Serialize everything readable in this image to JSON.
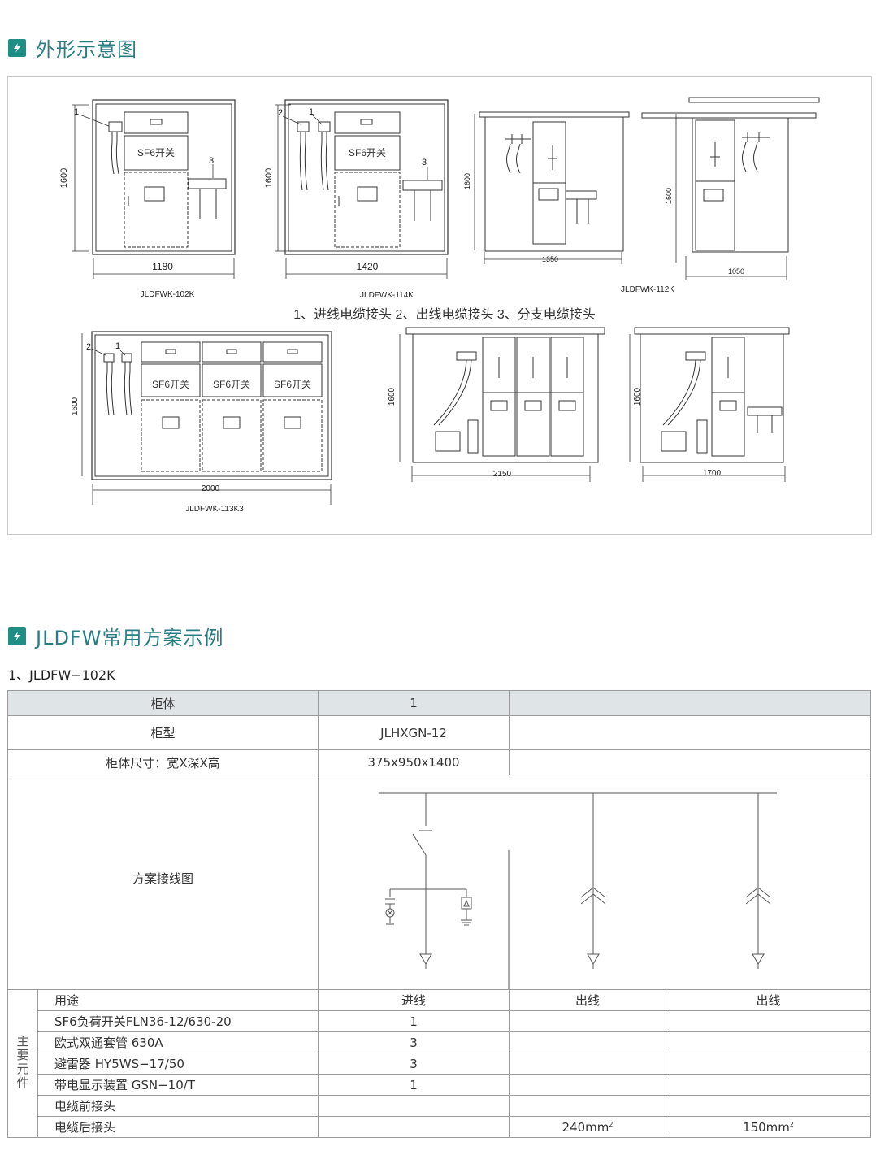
{
  "section1": {
    "icon": "lightning-icon",
    "title": "外形示意图"
  },
  "figures": {
    "m102k": {
      "dim_h": "1600",
      "dim_w": "1180",
      "name": "JLDFWK-102K",
      "callouts": [
        "1",
        "3"
      ],
      "switch": "SF6开关"
    },
    "m114k": {
      "dim_h": "1600",
      "dim_w": "1420",
      "name": "JLDFWK-114K",
      "callouts": [
        "2",
        "1",
        "3"
      ],
      "switch": "SF6开关"
    },
    "m112k_a": {
      "dim_h": "1600",
      "dim_w": "1350"
    },
    "m112k_b": {
      "dim_h": "1600",
      "dim_w": "1050"
    },
    "m112k_name": "JLDFWK-112K",
    "legend": "1、进线电缆接头   2、出线电缆接头   3、分支电缆接头",
    "m113k3": {
      "dim_h": "1600",
      "dim_w": "2000",
      "name": "JLDFWK-113K3",
      "callouts": [
        "2",
        "1"
      ],
      "switch": "SF6开关"
    },
    "side_a": {
      "dim_h": "1600",
      "dim_w": "2150"
    },
    "side_b": {
      "dim_h": "1600",
      "dim_w": "1700"
    }
  },
  "section2": {
    "icon": "lightning-icon",
    "title": "JLDFW常用方案示例"
  },
  "example_title": "1、JLDFW−102K",
  "table": {
    "rows": [
      {
        "label": "柜体",
        "value": "1"
      },
      {
        "label": "柜型",
        "value": "JLHXGN-12"
      },
      {
        "label": "柜体尺寸：宽X深X高",
        "value": "375x950x1400"
      }
    ],
    "diagram_label": "方案接线图",
    "group_label": "主要元件",
    "columns": {
      "label": "用途",
      "c1": "进线",
      "c2": "出线",
      "c3": "出线"
    },
    "components": [
      {
        "name": "SF6负荷开关FLN36-12/630-20",
        "c1": "1",
        "c2": "",
        "c3": ""
      },
      {
        "name": "欧式双通套管 630A",
        "c1": "3",
        "c2": "",
        "c3": ""
      },
      {
        "name": "避雷器 HY5WS−17/50",
        "c1": "3",
        "c2": "",
        "c3": ""
      },
      {
        "name": "带电显示装置 GSN−10/T",
        "c1": "1",
        "c2": "",
        "c3": ""
      },
      {
        "name": "电缆前接头",
        "c1": "",
        "c2": "",
        "c3": ""
      },
      {
        "name": "电缆后接头",
        "c1": "",
        "c2": "240mm",
        "c3": "150mm"
      }
    ],
    "sq_mark": "2"
  }
}
